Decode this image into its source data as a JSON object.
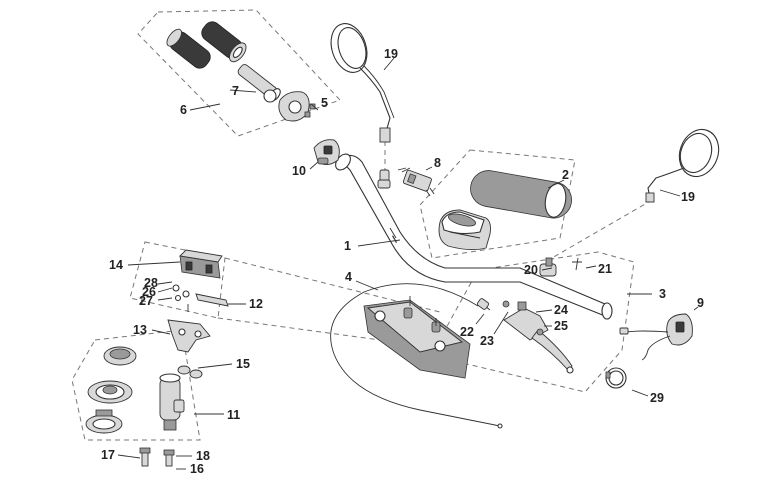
{
  "callouts": {
    "c1": "1",
    "c2": "2",
    "c3": "3",
    "c4": "4",
    "c5": "5",
    "c6": "6",
    "c7": "7",
    "c8": "8",
    "c9": "9",
    "c10": "10",
    "c11": "11",
    "c12": "12",
    "c13": "13",
    "c14": "14",
    "c15": "15",
    "c16": "16",
    "c17": "17",
    "c18": "18",
    "c19a": "19",
    "c19b": "19",
    "c20": "20",
    "c21": "21",
    "c22": "22",
    "c23": "23",
    "c24": "24",
    "c25": "25",
    "c26": "26",
    "c27": "27",
    "c28": "28",
    "c29": "29"
  },
  "colors": {
    "line": "#333333",
    "group_outline": "#777777",
    "background": "#ffffff"
  }
}
